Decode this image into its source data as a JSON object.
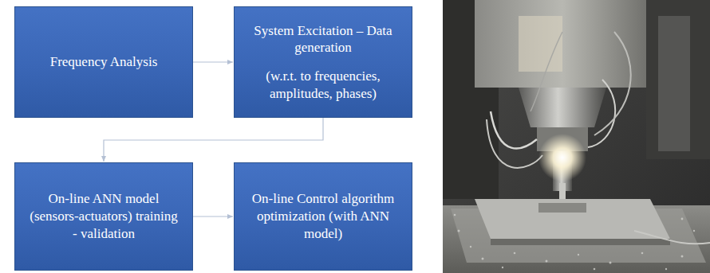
{
  "diagram": {
    "nodes": [
      {
        "text": [
          "Frequency Analysis"
        ]
      },
      {
        "text": [
          "System Excitation – Data generation",
          "(w.r.t. to frequencies, amplitudes, phases)"
        ]
      },
      {
        "text": [
          "On-line ANN model (sensors-actuators) training - validation"
        ]
      },
      {
        "text": [
          "On-line Control algorithm optimization (with ANN model)"
        ]
      }
    ],
    "edges": [
      {
        "from": 0,
        "to": 1,
        "arrow": "to"
      },
      {
        "from": 1,
        "to": 2,
        "arrow": "to"
      },
      {
        "from": 2,
        "to": 3,
        "arrow": "to"
      }
    ]
  }
}
